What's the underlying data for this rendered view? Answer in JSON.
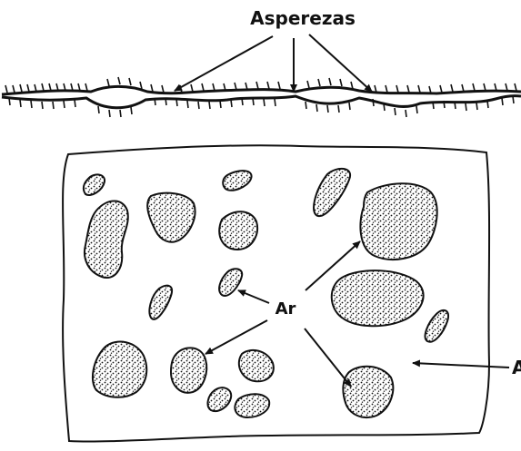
{
  "labels": {
    "top": "Asperezas",
    "contact": "Ar",
    "apparent": "A"
  },
  "colors": {
    "ink": "#111111",
    "background": "#ffffff"
  }
}
